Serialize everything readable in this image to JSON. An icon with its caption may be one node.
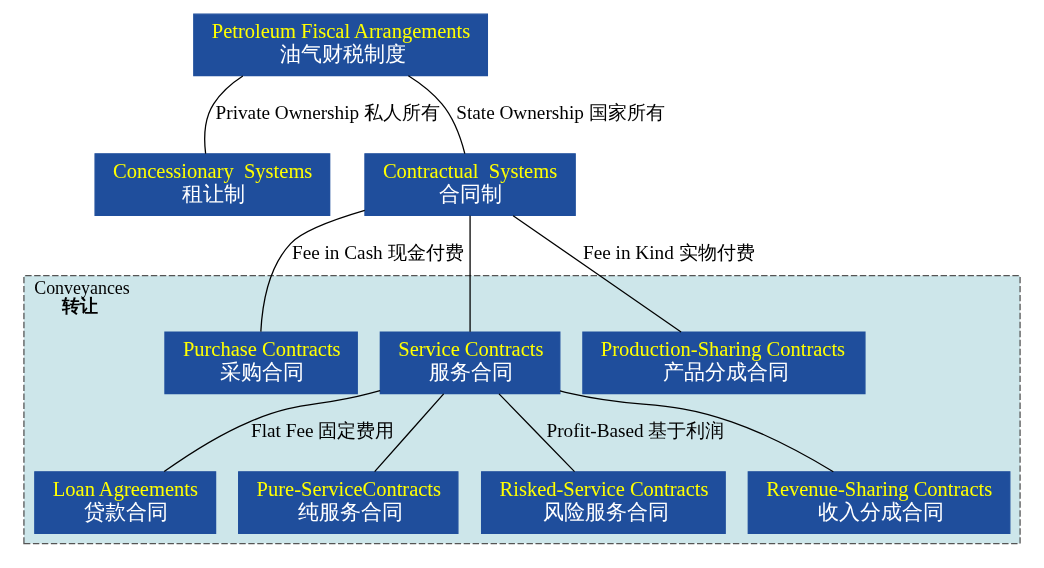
{
  "diagram": {
    "nodes": [
      {
        "text": [
          "Petroleum Fiscal Arrangements",
          "油气财税制度"
        ]
      },
      {
        "text": [
          "Concessionary  Systems",
          "租让制"
        ]
      },
      {
        "text": [
          "Contractual  Systems",
          "合同制"
        ]
      },
      {
        "text": [
          "Conveyances",
          "转让"
        ]
      },
      {
        "text": [
          "Purchase Contracts",
          "采购合同"
        ],
        "in": 3
      },
      {
        "text": [
          "Service Contracts",
          "服务合同"
        ],
        "in": 3
      },
      {
        "text": [
          "Production-Sharing Contracts",
          "产品分成合同"
        ],
        "in": 3
      },
      {
        "text": [
          "Loan Agreements",
          "贷款合同"
        ],
        "in": 3
      },
      {
        "text": [
          "Pure-ServiceContracts",
          "纯服务合同"
        ],
        "in": 3
      },
      {
        "text": [
          "Risked-Service Contracts",
          "风险服务合同"
        ],
        "in": 3
      },
      {
        "text": [
          "Revenue-Sharing Contracts",
          "收入分成合同"
        ],
        "in": 3
      }
    ],
    "edges": [
      {
        "from": 0,
        "to": 1,
        "arrow": "none",
        "label": "Private Ownership 私人所有"
      },
      {
        "from": 0,
        "to": 2,
        "arrow": "none",
        "label": "State Ownership 国家所有"
      },
      {
        "from": 2,
        "to": 4,
        "arrow": "none",
        "label": "Fee in Cash 现金付费"
      },
      {
        "from": 2,
        "to": 5,
        "arrow": "none"
      },
      {
        "from": 2,
        "to": 6,
        "arrow": "none",
        "label": "Fee in Kind 实物付费"
      },
      {
        "from": 5,
        "to": 7,
        "arrow": "none",
        "label": "Flat Fee 固定费用"
      },
      {
        "from": 5,
        "to": 8,
        "arrow": "none"
      },
      {
        "from": 5,
        "to": 9,
        "arrow": "none",
        "label": "Profit-Based 基于利润"
      },
      {
        "from": 5,
        "to": 10,
        "arrow": "none"
      }
    ]
  }
}
